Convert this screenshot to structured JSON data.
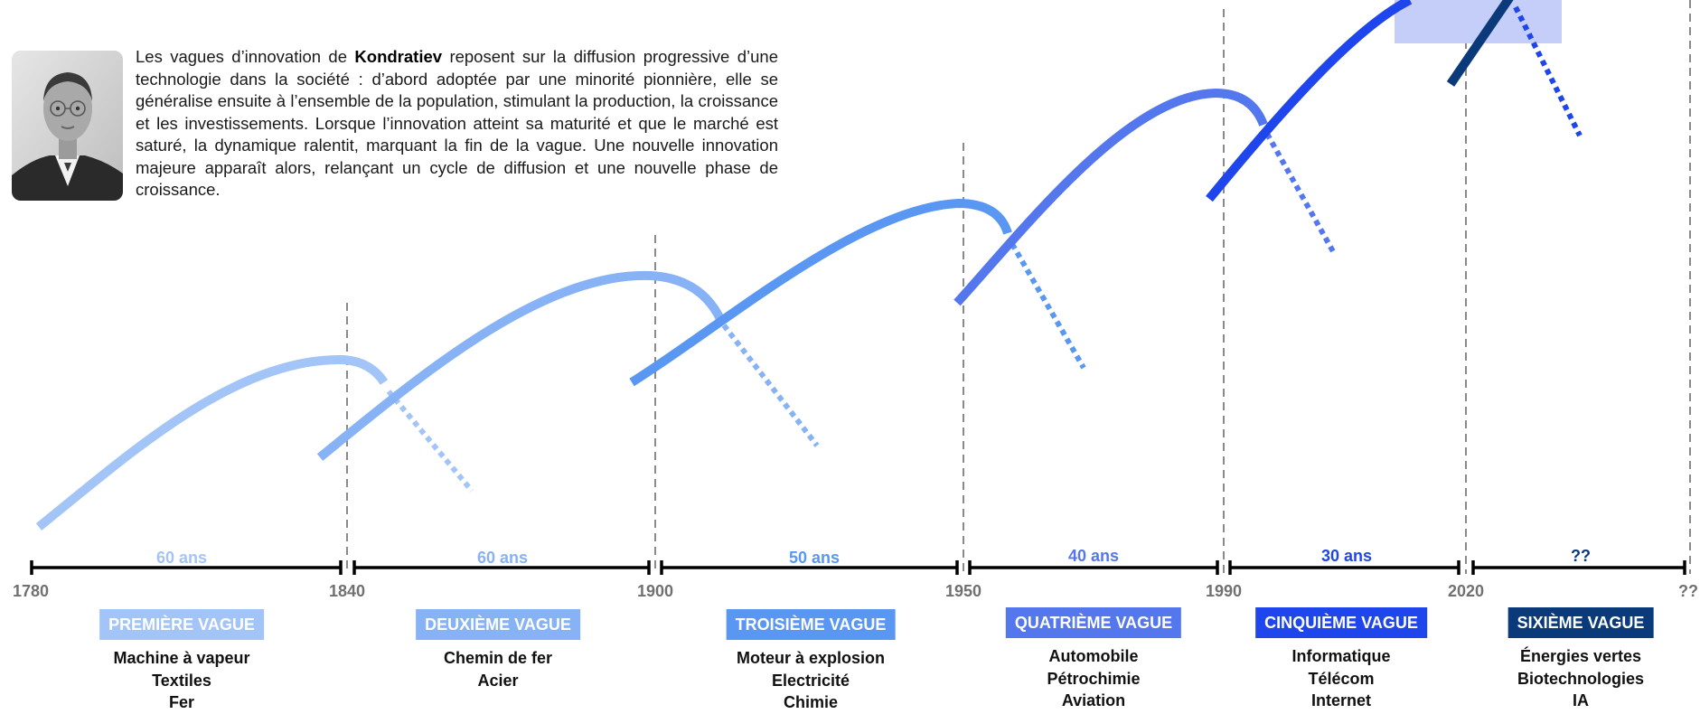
{
  "intro": {
    "prefix": "Les vagues d’innovation de ",
    "name": "Kondratiev",
    "text": " reposent sur la diffusion progressive d’une technologie dans la société : d’abord adoptée par une minorité pionnière, elle se généralise ensuite à l’ensemble de la population, stimulant la production, la croissance et les investissements. Lorsque l’innovation atteint sa maturité et que le marché est saturé, la dynamique ralentit, marquant la fin de la vague. Une nouvelle innovation majeure apparaît alors, relançant un cycle de diffusion et une nouvelle phase de croissance."
  },
  "timeline": {
    "years": [
      "1780",
      "1840",
      "1900",
      "1950",
      "1990",
      "2020",
      "??"
    ]
  },
  "waves": [
    {
      "label": "PREMIÈRE VAGUE",
      "duration": "60 ans",
      "color": "#a3c4f7",
      "items": [
        "Machine à vapeur",
        "Textiles",
        "Fer"
      ]
    },
    {
      "label": "DEUXIÈME VAGUE",
      "duration": "60 ans",
      "color": "#87b2f5",
      "items": [
        "Chemin de fer",
        "Acier"
      ]
    },
    {
      "label": "TROISIÈME VAGUE",
      "duration": "50 ans",
      "color": "#5a97f2",
      "items": [
        "Moteur à explosion",
        "Electricité",
        "Chimie"
      ]
    },
    {
      "label": "QUATRIÈME VAGUE",
      "duration": "40 ans",
      "color": "#5577ee",
      "items": [
        "Automobile",
        "Pétrochimie",
        "Aviation"
      ]
    },
    {
      "label": "CINQUIÈME VAGUE",
      "duration": "30 ans",
      "color": "#1f45ec",
      "items": [
        "Informatique",
        "Télécom",
        "Internet"
      ]
    },
    {
      "label": "SIXIÈME VAGUE",
      "duration": "??",
      "color": "#0a3a7a",
      "items": [
        "Énergies vertes",
        "Biotechnologies",
        "IA"
      ]
    }
  ]
}
